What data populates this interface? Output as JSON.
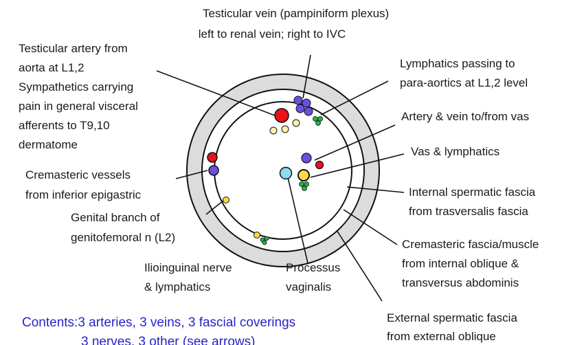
{
  "colors": {
    "ring_fill": "#dcdcdc",
    "artery": "#e8131b",
    "vein": "#6a4fe0",
    "nerve": "#ffd84a",
    "nerve_pale": "#fff2a8",
    "lymphatic": "#22b04a",
    "processus_vaginalis": "#8fdcef",
    "contents_text": "#2a22c8"
  },
  "labels": {
    "testicular_vein": [
      "Testicular vein (pampiniform plexus)",
      "left to renal vein; right to IVC"
    ],
    "testicular_artery": [
      "Testicular artery from",
      "aorta at L1,2",
      "Sympathetics carrying",
      "pain in general visceral",
      "afferents to T9,10",
      "dermatome"
    ],
    "lymphatics_paraaortic": [
      "Lymphatics passing to",
      "para-aortics at L1,2 level"
    ],
    "artery_vein_vas": [
      "Artery & vein to/from vas"
    ],
    "vas_lymphatics": [
      "Vas & lymphatics"
    ],
    "cremasteric_vessels": [
      "Cremasteric vessels",
      "from inferior epigastric"
    ],
    "internal_fascia": [
      "Internal spermatic fascia",
      "from trasversalis fascia"
    ],
    "genital_branch": [
      "Genital branch of",
      "genitofemoral n (L2)"
    ],
    "cremasteric_fascia": [
      "Cremasteric fascia/muscle",
      "from internal oblique &",
      "transversus abdominis"
    ],
    "ilioinguinal": [
      "Ilioinguinal nerve",
      "& lymphatics"
    ],
    "processus": [
      "Processus",
      "vaginalis"
    ],
    "external_fascia": [
      "External spermatic fascia",
      "from external oblique"
    ]
  },
  "contents": [
    "Contents:3 arteries, 3 veins, 3 fascial coverings",
    "3 nerves, 3 other (see arrows)"
  ]
}
